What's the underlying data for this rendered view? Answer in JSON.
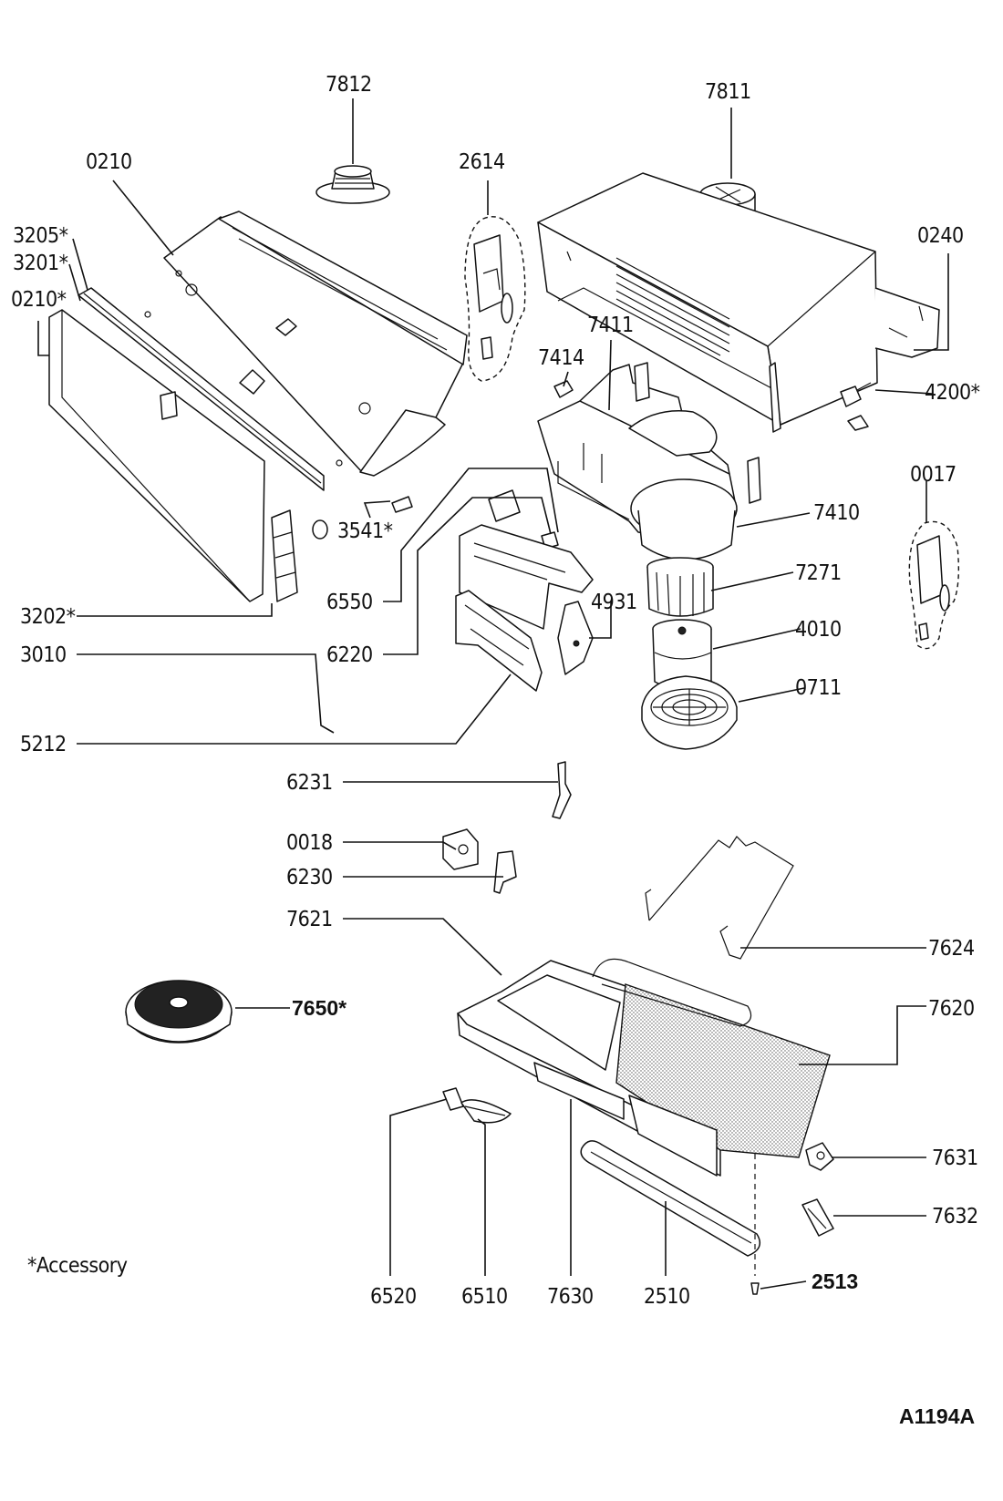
{
  "diagram_id": "A1194A",
  "note": "*Accessory",
  "parts": {
    "p7812": "7812",
    "p7811": "7811",
    "p0210a": "0210",
    "p2614": "2614",
    "p3205": "3205*",
    "p3201": "3201*",
    "p0210b": "0210*",
    "p0240": "0240",
    "p7411": "7411",
    "p7414": "7414",
    "p4200": "4200*",
    "p0017": "0017",
    "p7410": "7410",
    "p3541": "3541*",
    "p6550": "6550",
    "p7271": "7271",
    "p4931": "4931",
    "p3202": "3202*",
    "p3010": "3010",
    "p6220": "6220",
    "p4010": "4010",
    "p0711": "0711",
    "p5212": "5212",
    "p6231": "6231",
    "p0018": "0018",
    "p6230": "6230",
    "p7621": "7621",
    "p7624": "7624",
    "p7650": "7650*",
    "p7620": "7620",
    "p7631": "7631",
    "p7632": "7632",
    "p6520": "6520",
    "p6510": "6510",
    "p7630": "7630",
    "p2510": "2510",
    "p2513": "2513"
  }
}
